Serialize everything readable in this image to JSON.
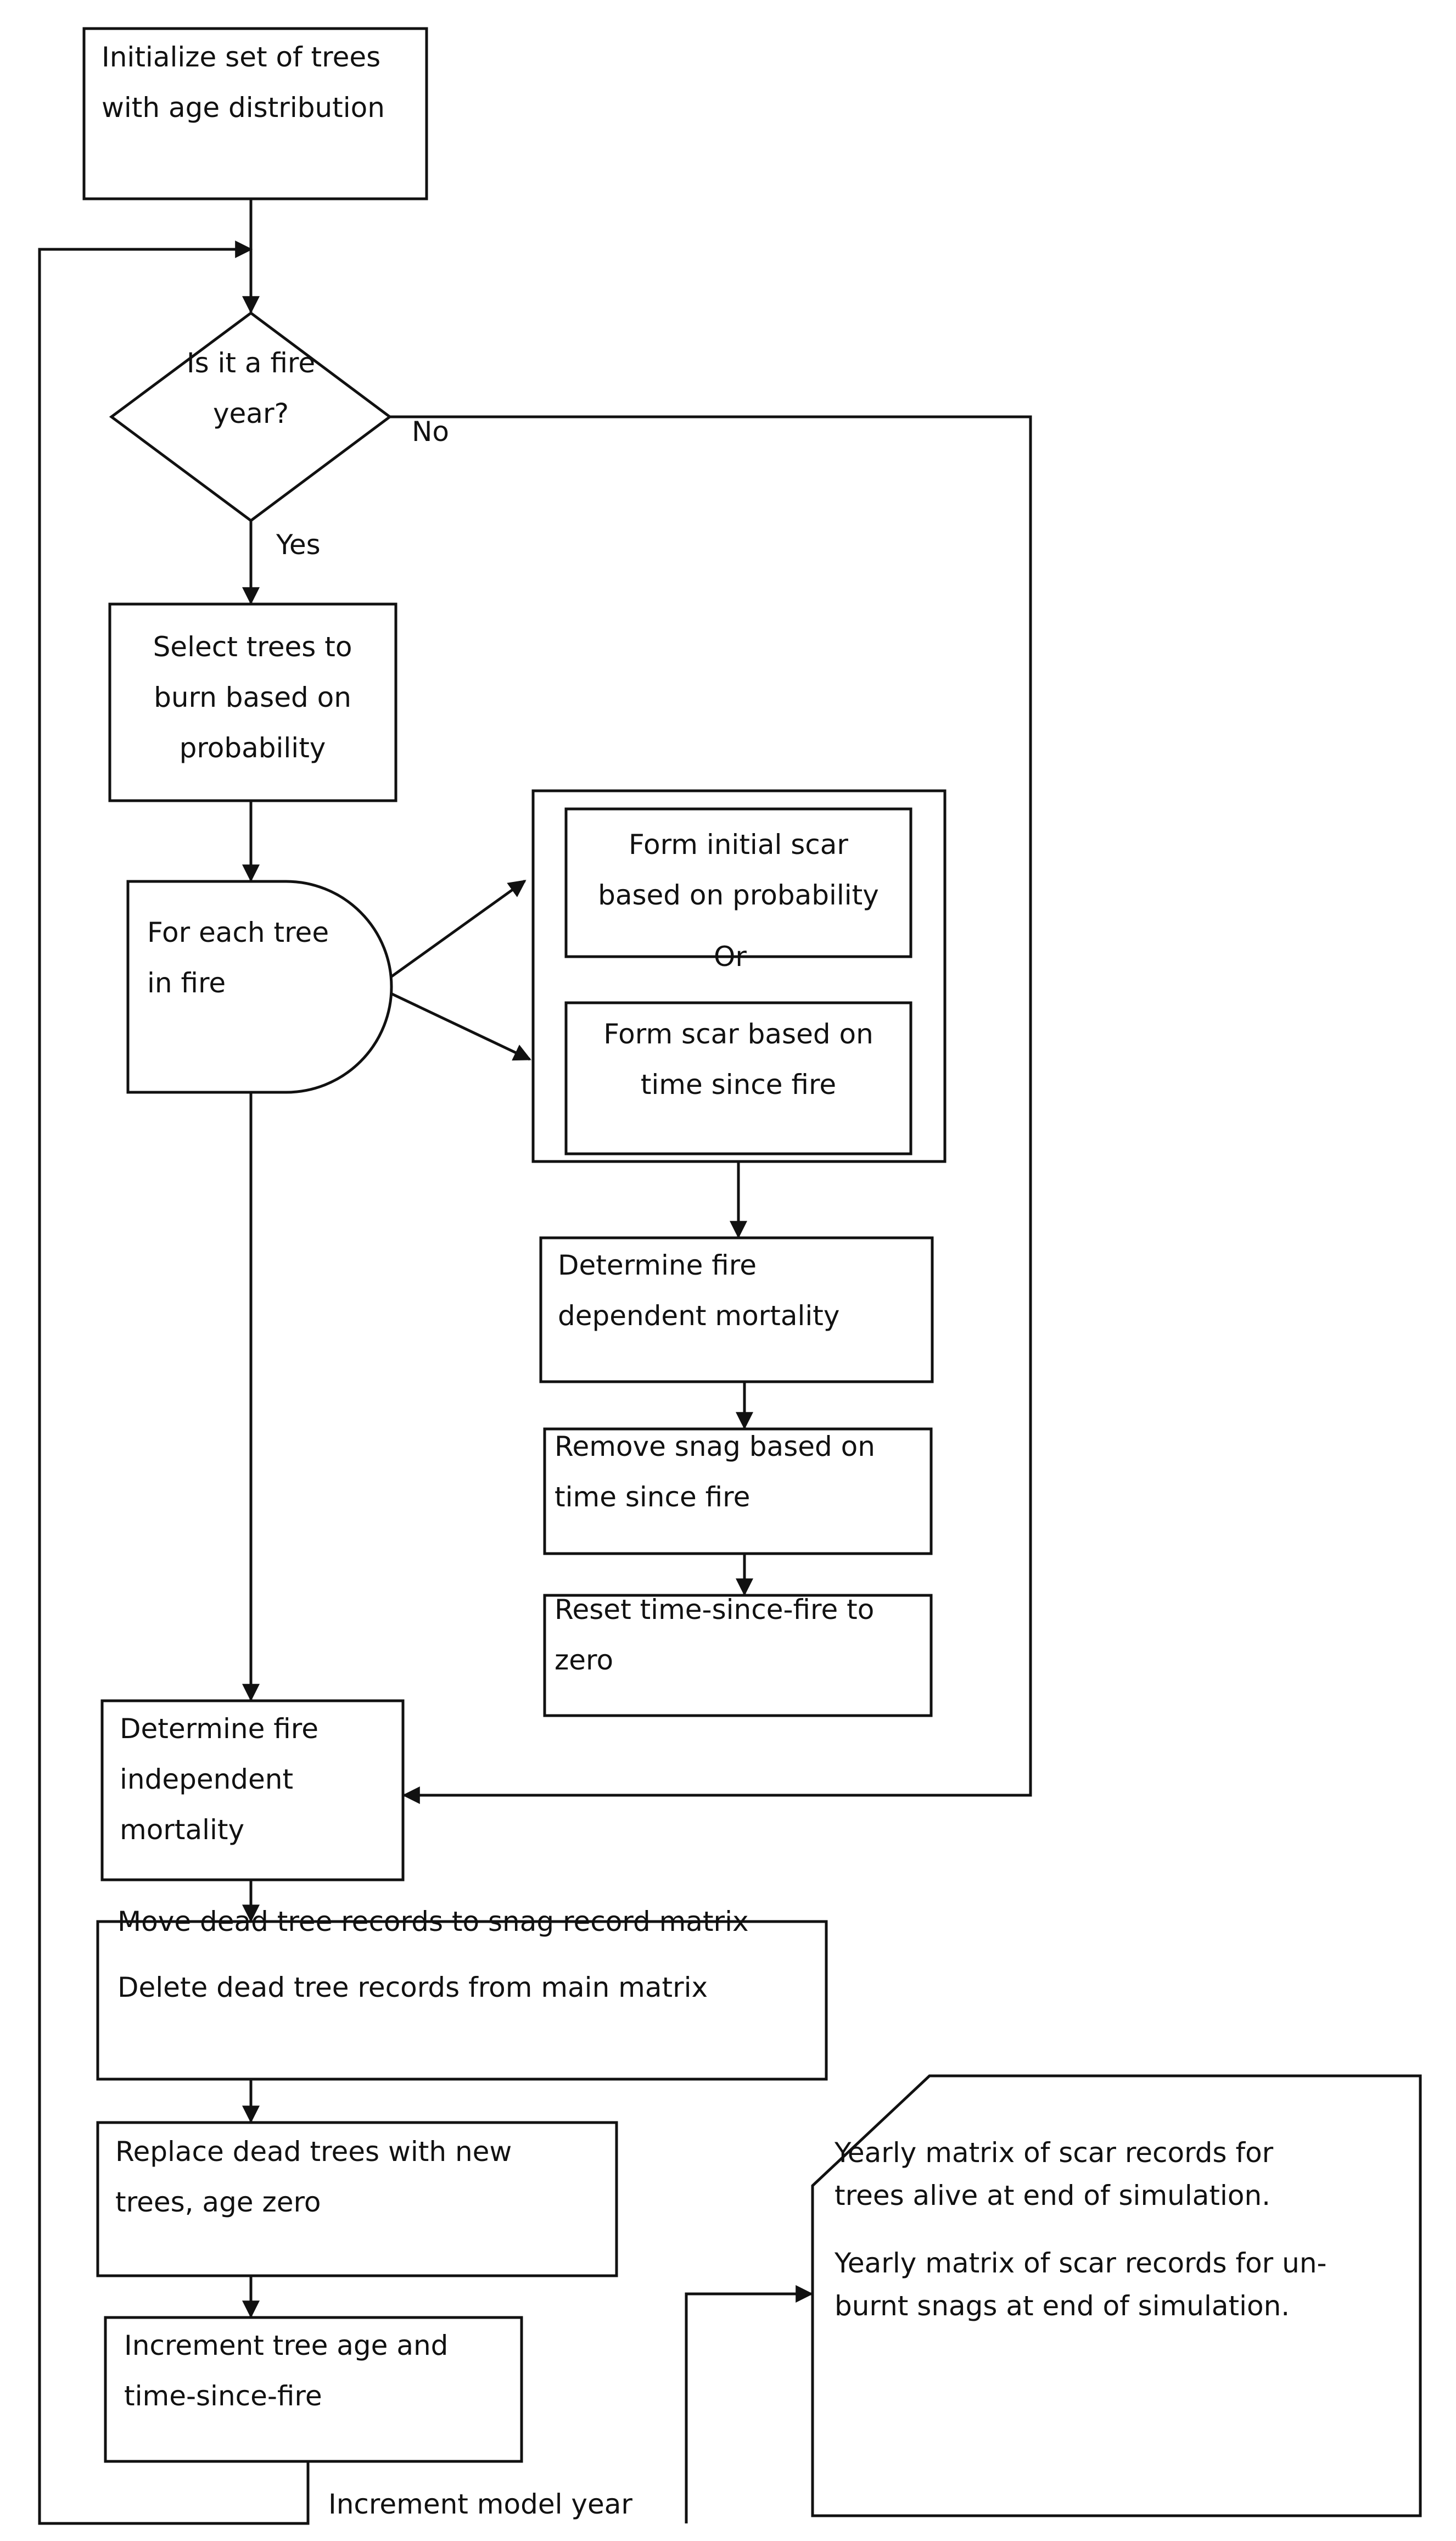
{
  "nodes": {
    "initialize": "Initialize set of trees\nwith age distribution",
    "fire_year": "Is it a fire\nyear?",
    "select_trees": "Select trees to\nburn based on\nprobability",
    "for_each_tree": "For each tree\nin fire",
    "initial_scar": "Form initial scar\nbased on probability",
    "or_label": "Or",
    "scar_time": "Form scar based on\ntime since fire",
    "fire_dep_mortality": "Determine fire\ndependent mortality",
    "remove_snag": "Remove snag based on\ntime since fire",
    "reset_time": "Reset time-since-fire to\nzero",
    "fire_indep_mortality": "Determine fire\nindependent\nmortality",
    "move_dead": "Move dead tree records to snag  record matrix",
    "delete_dead": "Delete dead tree records from main matrix",
    "replace_dead": "Replace dead trees with new\ntrees, age zero",
    "increment_age": "Increment tree age and\ntime-since-fire",
    "output_alive": "Yearly matrix of scar records for\ntrees alive at end of simulation.",
    "output_snags": "Yearly matrix of scar records for un-\nburnt snags at end of simulation."
  },
  "edge_labels": {
    "no": "No",
    "yes": "Yes",
    "increment_year": "Increment model year"
  }
}
